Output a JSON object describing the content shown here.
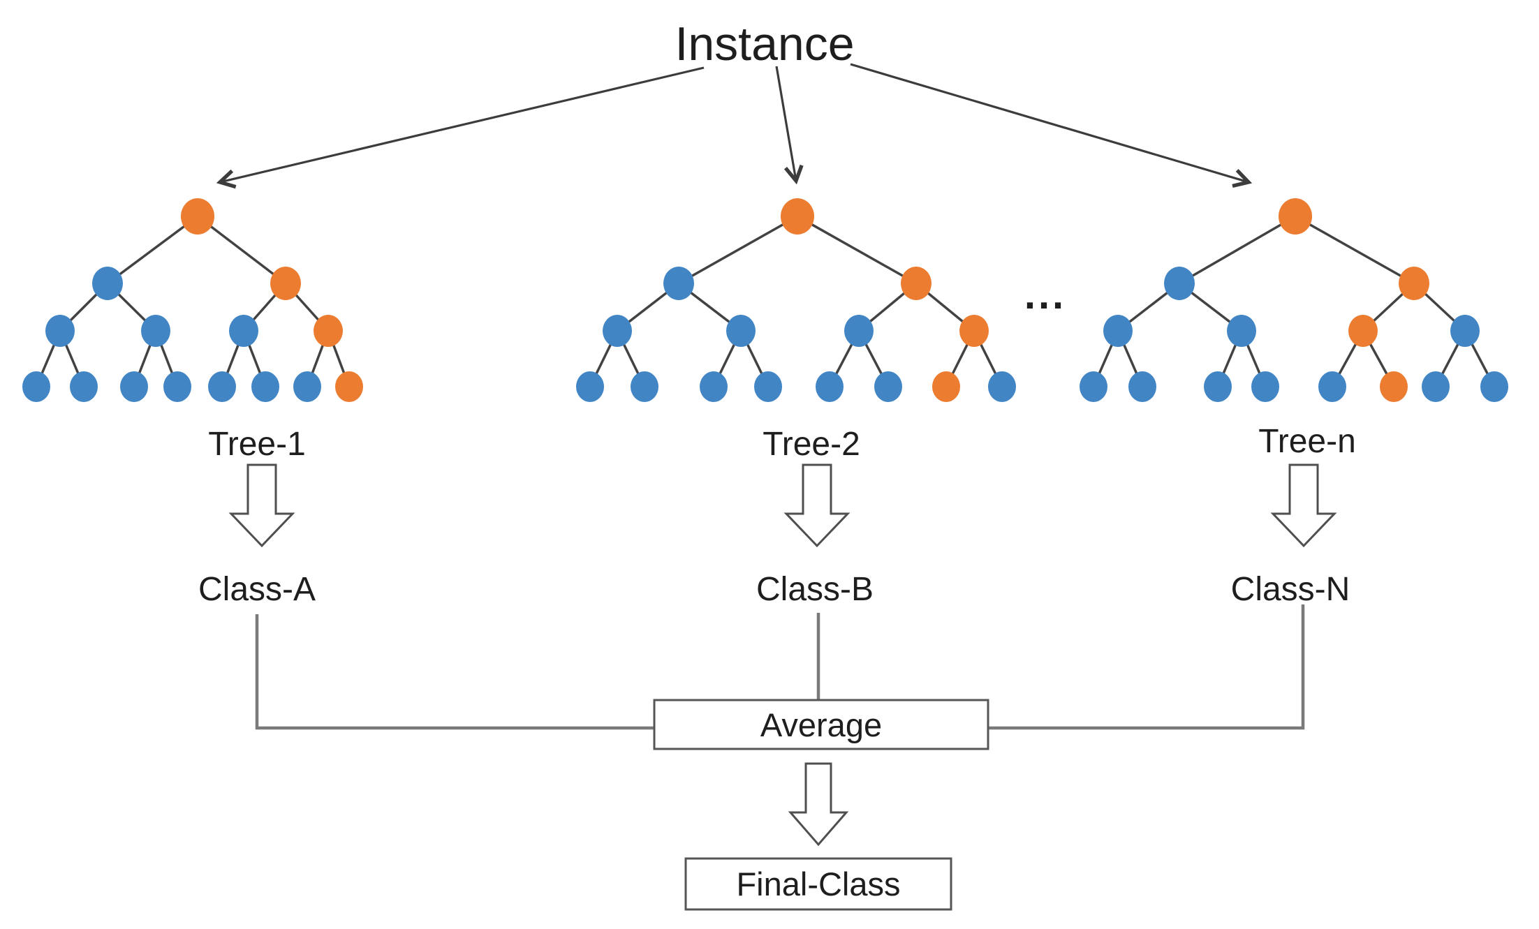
{
  "title": "Instance",
  "ellipsis": "...",
  "trees": [
    {
      "label": "Tree-1",
      "class_label": "Class-A",
      "node_colors": {
        "root": "orange",
        "level2": [
          "blue",
          "orange"
        ],
        "level3": [
          "blue",
          "blue",
          "blue",
          "orange"
        ],
        "leaves": [
          "blue",
          "blue",
          "blue",
          "blue",
          "blue",
          "blue",
          "blue",
          "orange"
        ]
      }
    },
    {
      "label": "Tree-2",
      "class_label": "Class-B",
      "node_colors": {
        "root": "orange",
        "level2": [
          "blue",
          "orange"
        ],
        "level3": [
          "blue",
          "blue",
          "blue",
          "orange"
        ],
        "leaves": [
          "blue",
          "blue",
          "blue",
          "blue",
          "blue",
          "blue",
          "orange",
          "blue"
        ]
      }
    },
    {
      "label": "Tree-n",
      "class_label": "Class-N",
      "node_colors": {
        "root": "orange",
        "level2": [
          "blue",
          "orange"
        ],
        "level3": [
          "blue",
          "blue",
          "orange",
          "blue"
        ],
        "leaves": [
          "blue",
          "blue",
          "blue",
          "blue",
          "blue",
          "orange",
          "blue",
          "blue"
        ]
      }
    }
  ],
  "aggregator": {
    "label": "Average"
  },
  "output": {
    "label": "Final-Class"
  },
  "colors": {
    "node_blue": "#4285c5",
    "node_orange": "#ec7c30",
    "edge_gray": "#424242",
    "connector_gray": "#7a7a7a",
    "text_dark": "#1e1e1e"
  }
}
